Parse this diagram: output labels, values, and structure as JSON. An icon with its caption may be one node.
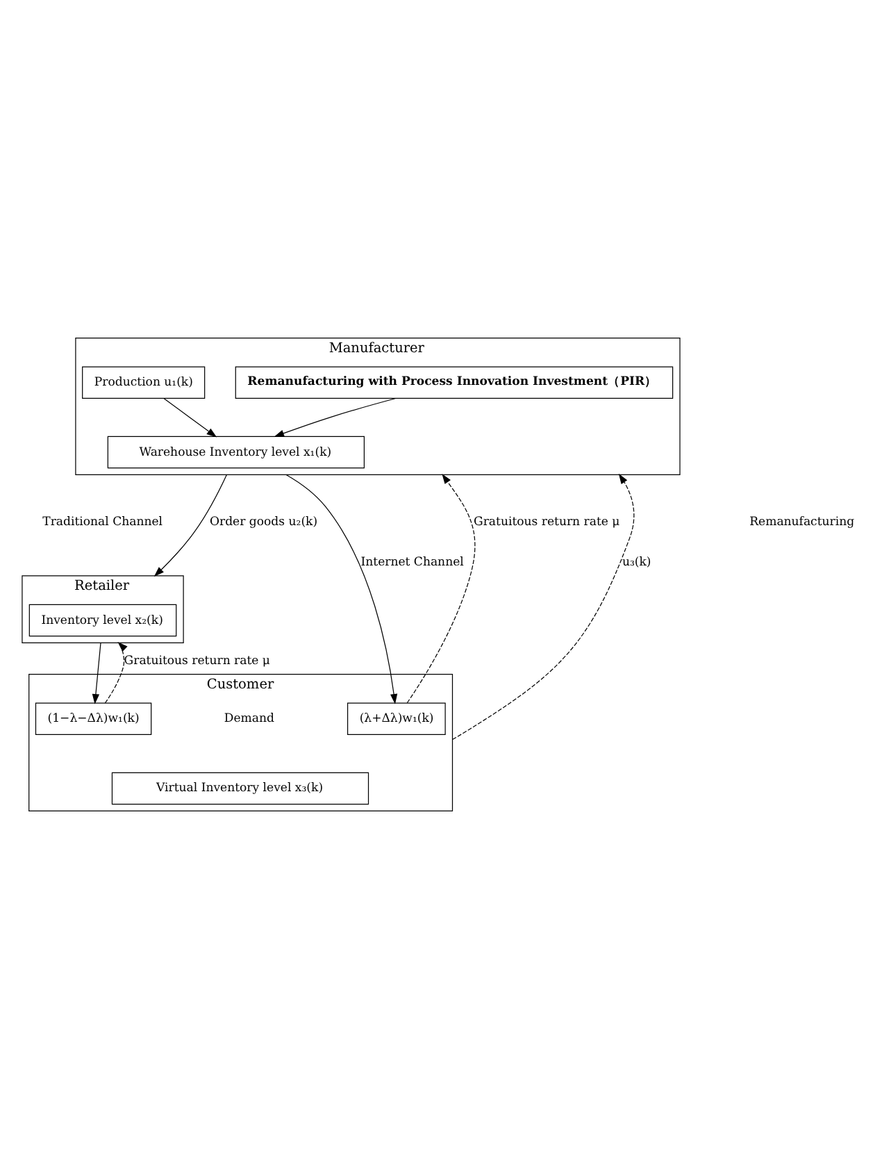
{
  "diagram": {
    "nodes": [
      {
        "text": [
          "Manufacturer"
        ]
      },
      {
        "text": [
          "Remanufacturing with Process Innovation Investment（PIR）"
        ],
        "in": 0
      },
      {
        "text": [
          "Production u₁(k)"
        ],
        "in": 0
      },
      {
        "text": [
          "Warehouse Inventory level x₁(k)"
        ],
        "in": 0
      },
      {
        "text": [
          "Retailer"
        ]
      },
      {
        "text": [
          "Inventory level x₂(k)"
        ],
        "in": 4
      },
      {
        "text": [
          "Customer"
        ]
      },
      {
        "text": [
          "(1−λ−Δλ)w₁(k)"
        ],
        "in": 6
      },
      {
        "text": [
          "(λ+Δλ)w₁(k)"
        ],
        "in": 6
      },
      {
        "text": [
          "Virtual Inventory level x₃(k)"
        ],
        "in": 6
      }
    ],
    "edges": [
      {
        "from": 1,
        "to": 3,
        "arrow": "to"
      },
      {
        "from": 2,
        "to": 3,
        "arrow": "to"
      },
      {
        "from": 0,
        "to": 4,
        "arrow": "to",
        "label": "Order goods u₂(k)"
      },
      {
        "from": 0,
        "to": 8,
        "arrow": "to",
        "label": "Internet Channel"
      },
      {
        "from": 4,
        "to": 7,
        "arrow": "to"
      },
      {
        "from": 7,
        "to": 4,
        "arrow": "to",
        "label": "Gratuitous return rate μ",
        "style": "dashed"
      },
      {
        "from": 8,
        "to": 0,
        "arrow": "to",
        "label": "Gratuitous return rate μ",
        "style": "dashed"
      },
      {
        "from": 6,
        "to": 0,
        "arrow": "to",
        "label": "u₃(k)",
        "style": "dashed"
      }
    ],
    "labels": [
      "Traditional Channel",
      "Remanufacturing",
      "Demand"
    ]
  }
}
